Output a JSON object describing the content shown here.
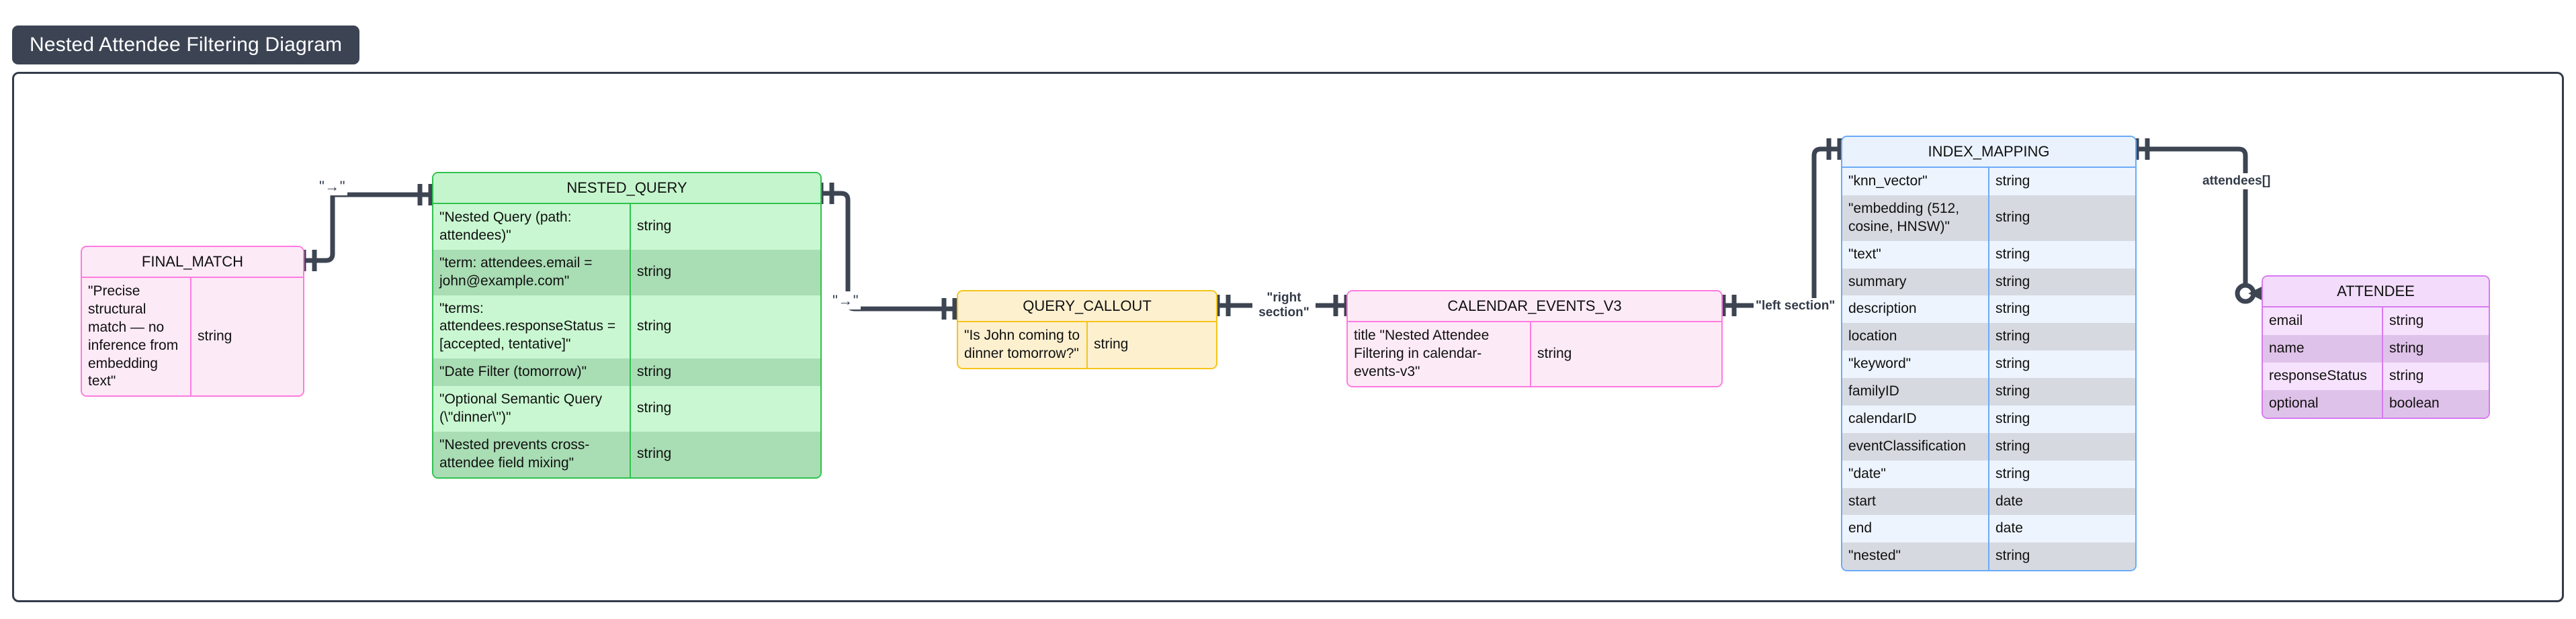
{
  "title": "Nested Attendee Filtering Diagram",
  "diagram_type": "er-diagram",
  "colors": {
    "title_chip_bg": "#3c4454",
    "title_chip_text": "#ffffff",
    "frame_border": "#333b49",
    "edge_stroke": "#3d4452",
    "pink_border": "#ff7bdf",
    "pink_fill": "#fdeaf7",
    "green_border": "#2fc24d",
    "green_fill": "#c5f5cd",
    "yellow_border": "#f5c518",
    "yellow_fill": "#fdf0cf",
    "blue_border": "#6aabf7",
    "blue_fill": "#eaf2fe",
    "purple_border": "#d77bf0",
    "purple_fill": "#f3dcfb"
  },
  "entities": {
    "final_match": {
      "name": "FINAL_MATCH",
      "rows": [
        {
          "name": "\"Precise structural match — no inference from embedding text\"",
          "type": "string"
        }
      ]
    },
    "nested_query": {
      "name": "NESTED_QUERY",
      "rows": [
        {
          "name": "\"Nested Query (path: attendees)\"",
          "type": "string"
        },
        {
          "name": "\"term: attendees.email = john@example.com\"",
          "type": "string"
        },
        {
          "name": "\"terms: attendees.responseStatus = [accepted, tentative]\"",
          "type": "string"
        },
        {
          "name": "\"Date Filter (tomorrow)\"",
          "type": "string"
        },
        {
          "name": "\"Optional Semantic Query (\\\"dinner\\\")\"",
          "type": "string"
        },
        {
          "name": "\"Nested prevents cross-attendee field mixing\"",
          "type": "string"
        }
      ]
    },
    "query_callout": {
      "name": "QUERY_CALLOUT",
      "rows": [
        {
          "name": "\"Is John coming to dinner tomorrow?\"",
          "type": "string"
        }
      ]
    },
    "calendar_events_v3": {
      "name": "CALENDAR_EVENTS_V3",
      "rows": [
        {
          "name": "title \"Nested Attendee Filtering in calendar-events-v3\"",
          "type": "string"
        }
      ]
    },
    "index_mapping": {
      "name": "INDEX_MAPPING",
      "rows": [
        {
          "name": "\"knn_vector\"",
          "type": "string"
        },
        {
          "name": "\"embedding (512, cosine, HNSW)\"",
          "type": "string"
        },
        {
          "name": "\"text\"",
          "type": "string"
        },
        {
          "name": "summary",
          "type": "string"
        },
        {
          "name": "description",
          "type": "string"
        },
        {
          "name": "location",
          "type": "string"
        },
        {
          "name": "\"keyword\"",
          "type": "string"
        },
        {
          "name": "familyID",
          "type": "string"
        },
        {
          "name": "calendarID",
          "type": "string"
        },
        {
          "name": "eventClassification",
          "type": "string"
        },
        {
          "name": "\"date\"",
          "type": "string"
        },
        {
          "name": "start",
          "type": "date"
        },
        {
          "name": "end",
          "type": "date"
        },
        {
          "name": "\"nested\"",
          "type": "string"
        }
      ]
    },
    "attendee": {
      "name": "ATTENDEE",
      "rows": [
        {
          "name": "email",
          "type": "string"
        },
        {
          "name": "name",
          "type": "string"
        },
        {
          "name": "responseStatus",
          "type": "string"
        },
        {
          "name": "optional",
          "type": "boolean"
        }
      ]
    }
  },
  "relationships": [
    {
      "id": "final-to-nested",
      "from": "FINAL_MATCH",
      "to": "NESTED_QUERY",
      "label": "\"→\"",
      "from_cardinality": "one-and-only-one",
      "to_cardinality": "one-and-only-one"
    },
    {
      "id": "nested-to-callout",
      "from": "NESTED_QUERY",
      "to": "QUERY_CALLOUT",
      "label": "\"→\"",
      "from_cardinality": "one-and-only-one",
      "to_cardinality": "one-and-only-one"
    },
    {
      "id": "callout-to-calendar",
      "from": "QUERY_CALLOUT",
      "to": "CALENDAR_EVENTS_V3",
      "label": "\"right section\"",
      "from_cardinality": "one-and-only-one",
      "to_cardinality": "one-and-only-one"
    },
    {
      "id": "calendar-to-index",
      "from": "CALENDAR_EVENTS_V3",
      "to": "INDEX_MAPPING",
      "label": "\"left section\"",
      "from_cardinality": "one-and-only-one",
      "to_cardinality": "one-and-only-one"
    },
    {
      "id": "index-to-attendee",
      "from": "INDEX_MAPPING",
      "to": "ATTENDEE",
      "label": "attendees[]",
      "from_cardinality": "one-and-only-one",
      "to_cardinality": "zero-or-many"
    }
  ]
}
